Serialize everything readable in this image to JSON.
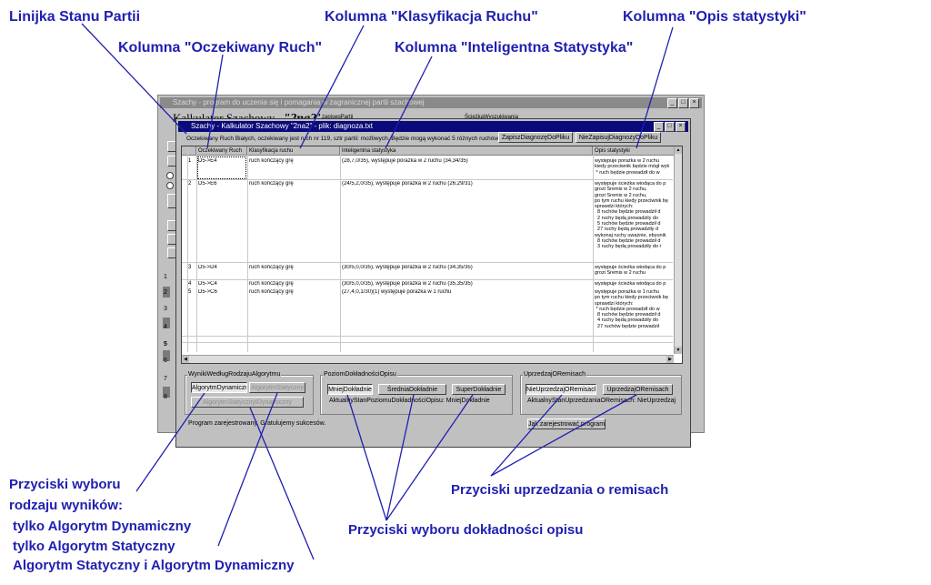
{
  "annotations": {
    "stan_partii": "Linijka Stanu Partii",
    "oczekiwany_ruch": "Kolumna \"Oczekiwany Ruch\"",
    "klasyfikacja": "Kolumna \"Klasyfikacja Ruchu\"",
    "inteligentna": "Kolumna \"Inteligentna Statystyka\"",
    "opis": "Kolumna \"Opis statystyki\"",
    "wyniki_line1": "Przyciski wyboru",
    "wyniki_line2": "rodzaju wyników:",
    "wyniki_line3": "tylko Algorytm Dynamiczny",
    "wyniki_line4": "tylko Algorytm Statyczny",
    "wyniki_line5": "Algorytm Statyczny i Algorytm Dynamiczny",
    "remisy": "Przyciski uprzedzania o remisach",
    "dokladnosc": "Przyciski wyboru dokładności opisu"
  },
  "main_window": {
    "title": "Szachy - program do uczenia się i pomagania w zagranicznej partii szachowej",
    "app_label": "Kalkulator Szachowy",
    "app_name": "\"2na2\"",
    "field1": "zapisegPartii",
    "field2": "ŚcieżkaWyszukiwania"
  },
  "dialog": {
    "title": "Szachy - Kalkulator Szachowy \"2na2\" - plik: diagnoza.txt",
    "status_line": "Oczekiwany Ruch Białych, oczekiwany jest ruch nr 119, sztr partii: możliwych. Będzie mogą wykonać 5 różnych ruchów",
    "btn_save": "ZapiszDiagnozęDoPliku",
    "btn_nosave": "NieZapisujDiagnozyDoPliku",
    "columns": [
      "Oczekiwany Ruch",
      "Klasyfikacja ruchu",
      "Inteligentna statystyka",
      "Opis statystyki"
    ],
    "rows": [
      {
        "n": "1",
        "move": "D5->E4",
        "klas": "ruch kończący grę",
        "stat": "(28,7,0/35), występuje porażka w 2 ruchu (34,34/35)",
        "desc": "występuje porażka w 2 ruchu\nkiedy przeciwnik będzie mógł wyk\n * ruch będzie prowadził do w"
      },
      {
        "n": "2",
        "move": "D5->E6",
        "klas": "ruch kończący grę",
        "stat": "(24/5,2,0/35), występuje porażka w 2 ruchu (26,29/31)",
        "desc": "występuje ścieżka wiodąca do p\ngrozi Sremis w 2 ruchu,\ngrozi Sremis w 2 ruchu,\npo tym ruchu kiedy przeciwnik bę\nsprawdzi których:\n  8 ruchów będzie prowadził d\n  2 ruchy będą prowadzily do\n  5 ruchów będzie prowadził d\n  27 ruchy będą prowadziły d\nwykonaj ruchy uważnie, ebyunik\n  8 ruchów będzie prowadził d\n  3 ruchy będą prowadziły do r"
      },
      {
        "n": "3",
        "move": "D5->D4",
        "klas": "ruch kończący grę",
        "stat": "(30/5,0,0/35), występuje porażka w 2 ruchu (34,35/35)",
        "desc": "występuje ścieżka wiodąca do p\ngrozi Sremis w 2 ruchu"
      },
      {
        "n": "4",
        "move": "D5->C4",
        "klas": "ruch kończący grę",
        "stat": "(30/5,0,0/35), występuje porażka w 2 ruchu (35,35/35)",
        "desc": "występuje ścieżka wiodąca do p"
      },
      {
        "n": "5",
        "move": "D5->C6",
        "klas": "ruch kończący grę",
        "stat": "(27,4,0,1/30)(1) występuje porażka w 1 ruchu",
        "desc": "występuje porażka w 1 ruchu\npo tym ruchu kiedy przeciwnik bę\nsprawdzi których:\n * ruch będzie prowadził do w\n  8 ruchów będzie prowadził d\n  4 ruchy będą prowadziły do\n  27 ruchów będzie prowadził"
      }
    ],
    "group_wyniki": "WynikiWedługRodzajuAlgorytmu",
    "btn_dyn": "AlgorytmDynamiczny",
    "btn_stat": "AlgorytmStatyczny",
    "btn_both": "AlgorytmStatycznyIDynamiczny",
    "group_poziom": "PoziomDokładnościOpisu",
    "btn_mniej": "MniejDokładnie",
    "btn_sredni": "ŚredniaDokładnie",
    "btn_super": "SuperDokładnie",
    "poziom_status": "AktualnyStanPoziomuDokładnościOpisu:  MniejDokładnie",
    "group_remis": "UprzedzajORemisach",
    "btn_nieuprz": "NieUprzedzajORemisach",
    "btn_uprz": "UprzedzajORemisach",
    "remis_status": "AktualnyStanUprzedzaniaORemisach:  NieUprzedzaj",
    "registered": "Program zarejestrowany. Gratulujemy sukcesów.",
    "btn_register": "Jak zarejestrować program"
  },
  "board": {
    "numbers": [
      "1",
      "2",
      "3",
      "4",
      "5",
      "6",
      "7",
      "8"
    ]
  }
}
